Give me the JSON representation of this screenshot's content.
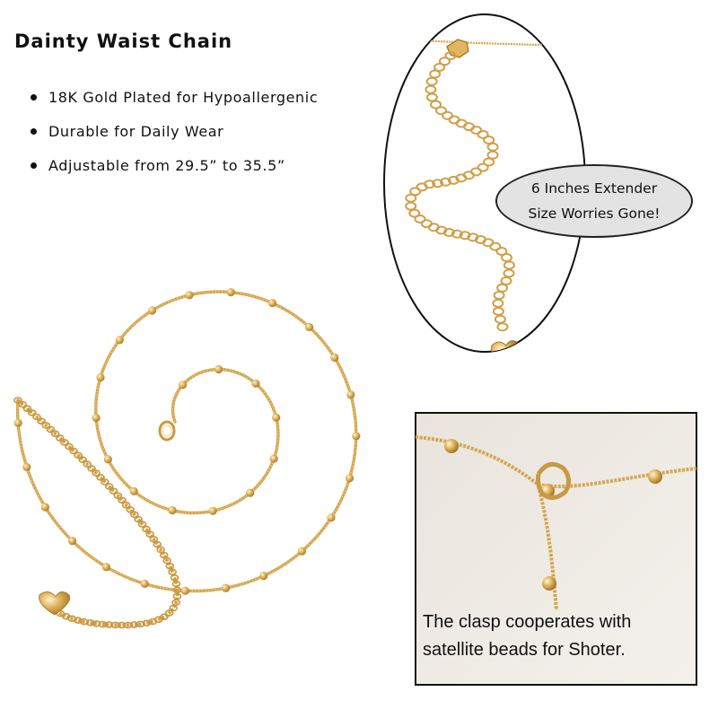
{
  "heading": "Dainty Waist Chain",
  "features": [
    "18K Gold Plated for Hypoallergenic",
    "Durable for Daily Wear",
    "Adjustable from 29.5” to 35.5”"
  ],
  "callout": {
    "line1": "6 Inches Extender",
    "line2": "Size Worries Gone!"
  },
  "caption": {
    "line1": "The clasp cooperates with",
    "line2": "satellite beads for Shoter."
  },
  "colors": {
    "gold": "#d9ad55",
    "gold_dark": "#b8862e",
    "gold_light": "#f4d99a",
    "closeup_bg": "#ece6dc"
  }
}
